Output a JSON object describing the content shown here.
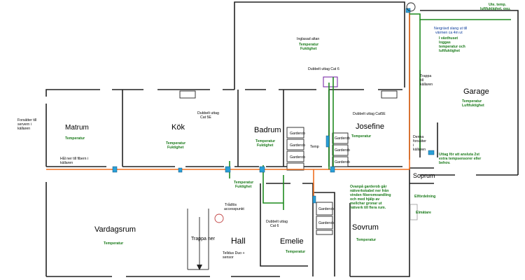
{
  "rooms": {
    "matrum": "Matrum",
    "kok": "Kök",
    "badrum": "Badrum",
    "josefine": "Josefine",
    "garage": "Garage",
    "soprum": "Soprum",
    "vardagsrum": "Vardagsrum",
    "hall": "Hall",
    "emelie": "Emelie",
    "sovrum": "Sovrum",
    "trappa_ner": "Trappa ner"
  },
  "notes": {
    "ute_temp": [
      "Ute. temp.",
      "luftfuktighet. osu."
    ],
    "nergravd": [
      "Nergrävd slang ut till",
      "värmen ca 4m ut"
    ],
    "inglasad": "Inglasad altan",
    "dubbelt_altan": "Dubbelt uttag Cat 6",
    "dubbelt_kok": [
      "Dubbelt uttag",
      "Cat 5E"
    ],
    "dubbelt_jos": "Dubbelt uttag Cat5E",
    "trappa_kallaren": [
      "Trappa",
      "till",
      "källaren"
    ],
    "fors_vanster": [
      "Forsätter till",
      "servern i",
      "källaren"
    ],
    "hal_ner": [
      "Hål ner till fibern i",
      "källaren"
    ],
    "denna_forsatter": [
      "Denna",
      "forsätter",
      "i",
      "källaren"
    ],
    "uttag_anslut": [
      "Uttag för att ansluta 2st",
      "extra tempsensorer eller",
      "behov."
    ],
    "tradlos": [
      "Trådlös",
      "accesspunkt"
    ],
    "dubbelt_emelie": [
      "Dubbelt uttag",
      "Cat 6"
    ],
    "ovanpa": [
      "Ovanpå garderob går",
      "nätverkskabel ner från",
      "vinden fiberomvandling",
      "och med hjälp av",
      "mellchar gronar ut",
      "nätverk till flera rum."
    ],
    "telldus": [
      "Telldus Duo +",
      "sensor"
    ],
    "elcentral": "Elfördelning",
    "elmatare": "Elmätare",
    "garderob": "Garderob",
    "temp_short": "Temp"
  },
  "sensors": {
    "tf": [
      "Temperatur",
      "Fuktighet"
    ],
    "t": "Temperatur",
    "t_luft": [
      "Temperatur",
      "Luftfuktighet"
    ],
    "vaxthus": [
      "I växthuset",
      "loggas",
      "temperatur och",
      "luftfuktighet"
    ]
  },
  "colors": {
    "network_cable": "#f07020",
    "sensor_cable": "#1f8a1f",
    "sensor_text": "#1a7a1a",
    "outlet": "#2aa0d8"
  }
}
